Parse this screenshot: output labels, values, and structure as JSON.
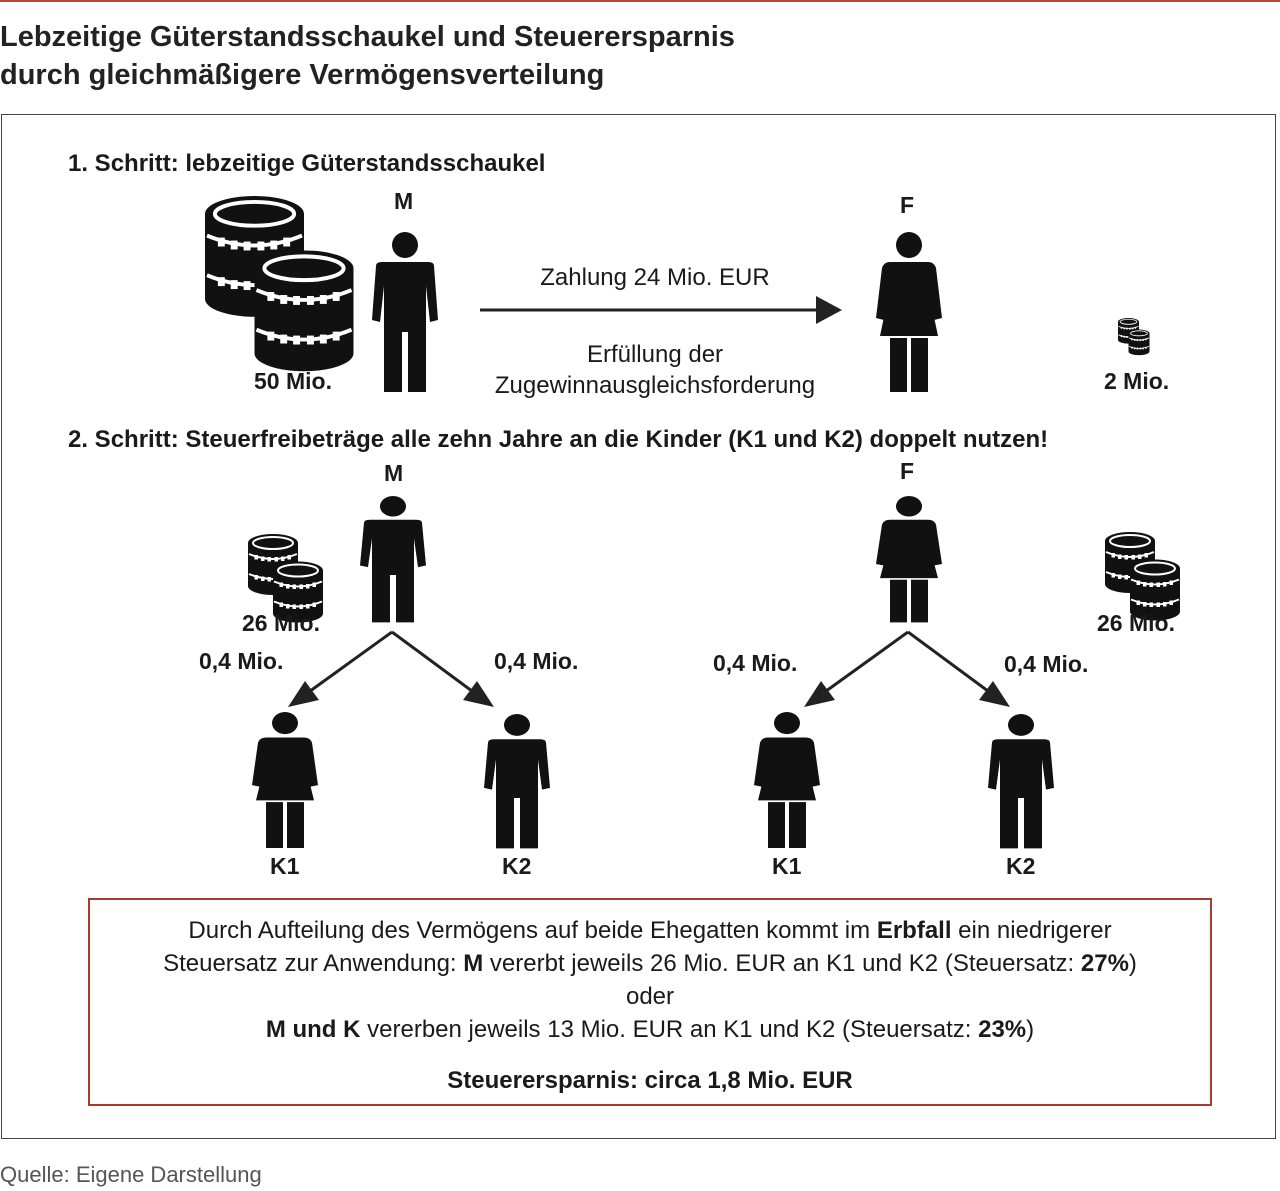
{
  "title": {
    "line1": "Lebzeitige Güterstandsschaukel und Steuerersparnis",
    "line2": "durch gleichmäßigere Vermögensverteilung"
  },
  "step1": {
    "heading": "1. Schritt: lebzeitige Güterstandsschaukel",
    "person_m": "M",
    "person_f": "F",
    "amount_m": "50 Mio.",
    "amount_f": "2 Mio.",
    "payment": "Zahlung 24 Mio. EUR",
    "fulfillment_line1": "Erfüllung der",
    "fulfillment_line2": "Zugewinnausgleichsforderung"
  },
  "step2": {
    "heading": "2. Schritt: Steuerfreibeträge alle zehn Jahre an die Kinder (K1 und K2) doppelt nutzen!",
    "person_m": "M",
    "person_f": "F",
    "amount_m": "26 Mio.",
    "amount_f": "26 Mio.",
    "gift_m_k1": "0,4 Mio.",
    "gift_m_k2": "0,4 Mio.",
    "gift_f_k1": "0,4 Mio.",
    "gift_f_k2": "0,4 Mio.",
    "child_1": "K1",
    "child_2": "K2",
    "child_3": "K1",
    "child_4": "K2"
  },
  "infobox": {
    "l1a": "Durch Aufteilung des Vermögens auf beide Ehegatten kommt im ",
    "l1b": "Erbfall",
    "l1c": " ein niedrigerer",
    "l2a": "Steuersatz zur Anwendung: ",
    "l2b": "M",
    "l2c": " vererbt jeweils 26 Mio. EUR an K1 und K2 (Steuersatz: ",
    "l2d": "27%",
    "l2e": ")",
    "l3": "oder",
    "l4a": "M und K",
    "l4b": " vererben jeweils 13 Mio. EUR an K1 und K2 (Steuersatz: ",
    "l4c": "23%",
    "l4d": ")",
    "saving": "Steuerersparnis: circa 1,8 Mio. EUR"
  },
  "source": "Quelle: Eigene Darstellung",
  "colors": {
    "accent": "#a83a34",
    "ink": "#1a1a1a"
  },
  "icons": [
    "coin-stack-icon",
    "man-icon",
    "woman-icon",
    "arrow-icon"
  ]
}
